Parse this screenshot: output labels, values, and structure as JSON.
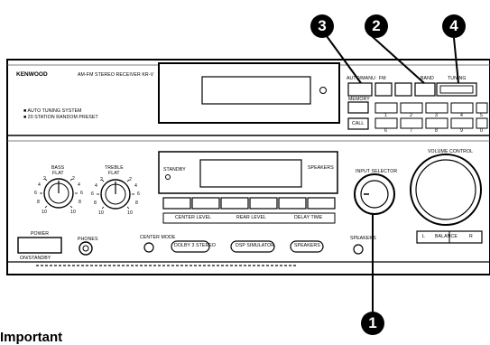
{
  "callouts": {
    "c3": "3",
    "c2": "2",
    "c4": "4",
    "c1": "1"
  },
  "brand": "KENWOOD",
  "model_line": "AM-FM STEREO RECEIVER KR-V",
  "features": [
    "■ AUTO TUNING SYSTEM",
    "■ 20 STATION RANDOM PRESET"
  ],
  "top_labels": {
    "auto_manual": "AUTO/MANU",
    "fm": "FM",
    "memory": "MEMORY",
    "call": "CALL",
    "band": "BAND",
    "tuning": "TUNING",
    "preset_nums": [
      "1",
      "2",
      "3",
      "4",
      "5",
      "6",
      "7",
      "8",
      "9",
      "0"
    ]
  },
  "tone": {
    "bass_label": "BASS",
    "treble_label": "TREBLE",
    "flat": "FLAT",
    "bass_ticks": [
      "2",
      "4",
      "6",
      "8",
      "10",
      "2",
      "4",
      "6",
      "8",
      "10"
    ],
    "treble_ticks": [
      "2",
      "4",
      "6",
      "8",
      "10",
      "2",
      "4",
      "6",
      "8",
      "10"
    ]
  },
  "center_panel": {
    "standby": "STANDBY",
    "speakers": "SPEAKERS",
    "center_level": "CENTER LEVEL",
    "rear_level": "REAR LEVEL",
    "delay_time": "DELAY TIME",
    "btn_labels": [
      "DOLBY 3 STEREO",
      "DSP SIMULATOR",
      "SPEAKERS"
    ]
  },
  "right_panel": {
    "input_selector": "INPUT SELECTOR",
    "volume_control": "VOLUME CONTROL",
    "balance": "BALANCE",
    "bal_l": "L",
    "bal_r": "R",
    "spk_label": "SPEAKERS"
  },
  "bottom": {
    "power": "POWER",
    "on_standby": "ON/STANDBY",
    "phones": "PHONES",
    "center_mode": "CENTER MODE"
  },
  "caption": "Important"
}
